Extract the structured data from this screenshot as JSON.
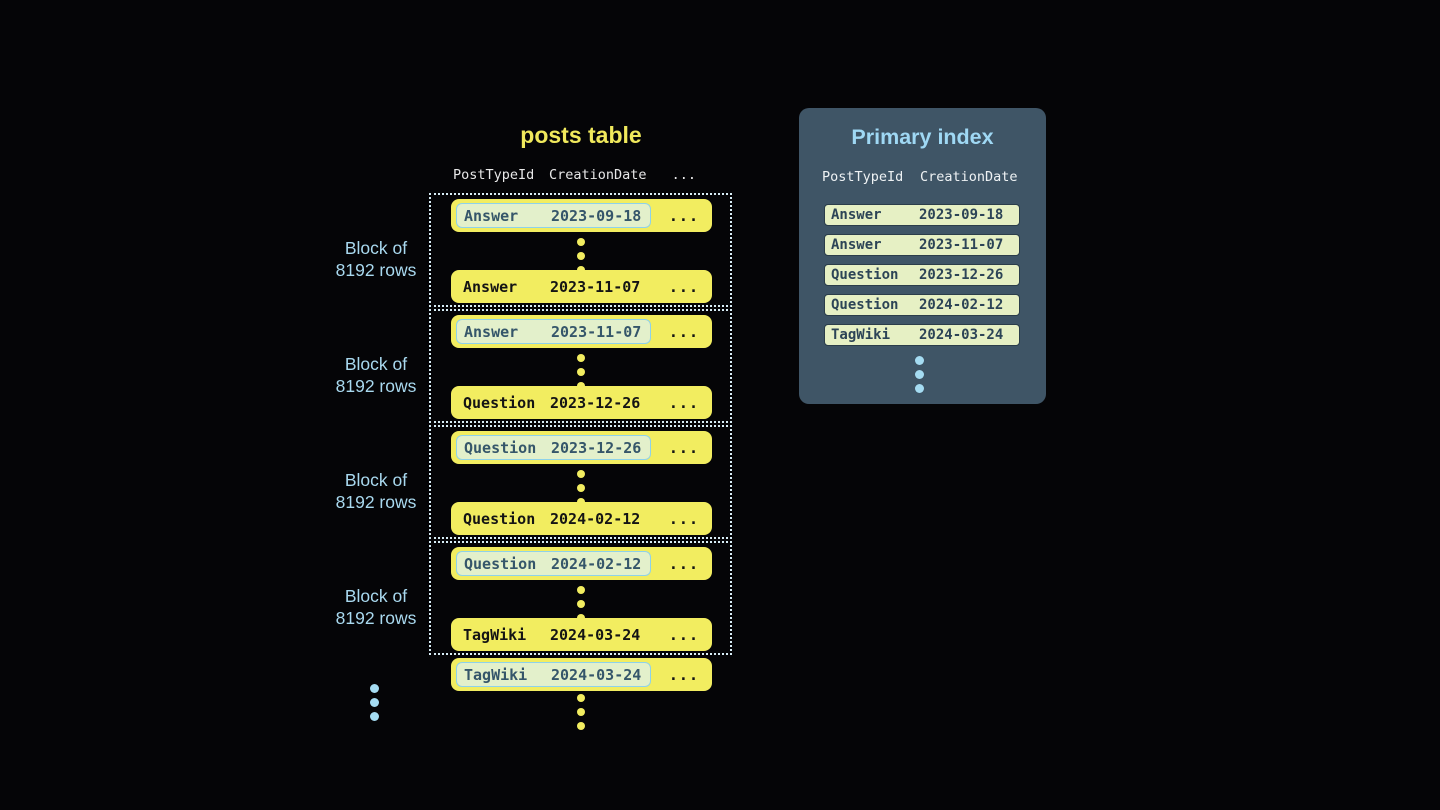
{
  "colors": {
    "background": "#050507",
    "row_yellow": "#f2ed60",
    "title_yellow": "#f0e95c",
    "highlight_green": "#e3f0cb",
    "highlight_border_blue": "#8ed2ea",
    "highlight_text": "#35566a",
    "row_text_dark": "#141414",
    "block_dotted_border": "#d8edf5",
    "block_label_blue": "#a9d9ef",
    "table_header_text": "#e8e8e8",
    "panel_bg": "#3f5566",
    "panel_title_blue": "#9fd8f4",
    "index_row_bg": "#e6f0c4",
    "index_row_border": "#2b3d4a",
    "index_row_text": "#2c4456",
    "ellipsis_dots_blue": "#a5dcf2"
  },
  "posts_table": {
    "title": "posts table",
    "columns": {
      "col1": "PostTypeId",
      "col2": "CreationDate",
      "col3": "..."
    },
    "blocks": [
      {
        "label_line1": "Block of",
        "label_line2": "8192 rows",
        "first_row": {
          "type": "Answer",
          "date": "2023-09-18",
          "more": "..."
        },
        "last_row": {
          "type": "Answer",
          "date": "2023-11-07",
          "more": "..."
        }
      },
      {
        "label_line1": "Block of",
        "label_line2": "8192 rows",
        "first_row": {
          "type": "Answer",
          "date": "2023-11-07",
          "more": "..."
        },
        "last_row": {
          "type": "Question",
          "date": "2023-12-26",
          "more": "..."
        }
      },
      {
        "label_line1": "Block of",
        "label_line2": "8192 rows",
        "first_row": {
          "type": "Question",
          "date": "2023-12-26",
          "more": "..."
        },
        "last_row": {
          "type": "Question",
          "date": "2024-02-12",
          "more": "..."
        }
      },
      {
        "label_line1": "Block of",
        "label_line2": "8192 rows",
        "first_row": {
          "type": "Question",
          "date": "2024-02-12",
          "more": "..."
        },
        "last_row": {
          "type": "TagWiki",
          "date": "2024-03-24",
          "more": "..."
        }
      }
    ],
    "overflow_row": {
      "type": "TagWiki",
      "date": "2024-03-24",
      "more": "..."
    }
  },
  "primary_index": {
    "title": "Primary index",
    "columns": {
      "col1": "PostTypeId",
      "col2": "CreationDate"
    },
    "rows": [
      {
        "type": "Answer",
        "date": "2023-09-18"
      },
      {
        "type": "Answer",
        "date": "2023-11-07"
      },
      {
        "type": "Question",
        "date": "2023-12-26"
      },
      {
        "type": "Question",
        "date": "2024-02-12"
      },
      {
        "type": "TagWiki",
        "date": "2024-03-24"
      }
    ]
  }
}
